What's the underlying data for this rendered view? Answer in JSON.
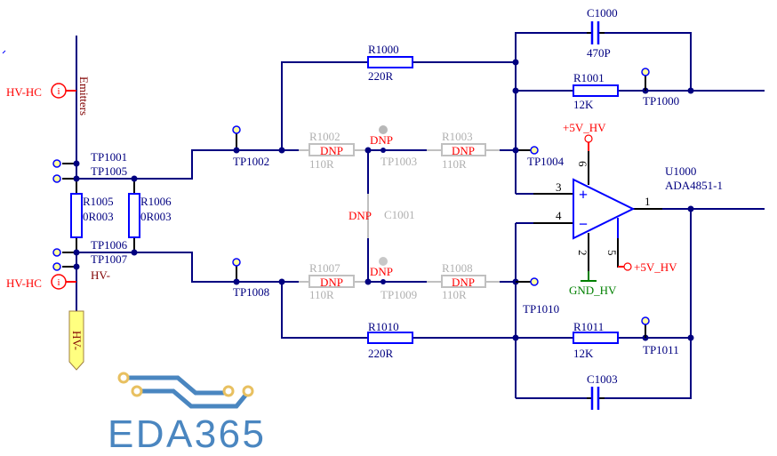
{
  "colors": {
    "wire": "#000080",
    "component": "#0000ff",
    "power": "#ff0000",
    "ground": "#008000",
    "dnp": "#c0c0c0",
    "port_fill": "#ffff80",
    "watermark": "#4a86c0"
  },
  "ports": {
    "hv_hc_top": "HV-HC",
    "hv_hc_bottom": "HV-HC",
    "port_symbol": "i",
    "hv_minus_port": "HV-"
  },
  "nets": {
    "emitters": "Emitters",
    "hv_minus": "HV-",
    "vcc_pin6": "+5V_HV",
    "vcc_pin5": "+5V_HV",
    "gnd": "GND_HV"
  },
  "testpoints": {
    "tp1000": "TP1000",
    "tp1001": "TP1001",
    "tp1002": "TP1002",
    "tp1003": "TP1003",
    "tp1004": "TP1004",
    "tp1005": "TP1005",
    "tp1006": "TP1006",
    "tp1007": "TP1007",
    "tp1008": "TP1008",
    "tp1009": "TP1009",
    "tp1010": "TP1010",
    "tp1011": "TP1011"
  },
  "components": {
    "r1000": {
      "ref": "R1000",
      "value": "220R"
    },
    "r1001": {
      "ref": "R1001",
      "value": "12K"
    },
    "r1002": {
      "ref": "R1002",
      "value": "110R",
      "dnp": "DNP"
    },
    "r1003": {
      "ref": "R1003",
      "value": "110R",
      "dnp": "DNP"
    },
    "r1005": {
      "ref": "R1005",
      "value": "0R003"
    },
    "r1006": {
      "ref": "R1006",
      "value": "0R003"
    },
    "r1007": {
      "ref": "R1007",
      "value": "110R",
      "dnp": "DNP"
    },
    "r1008": {
      "ref": "R1008",
      "value": "110R",
      "dnp": "DNP"
    },
    "r1010": {
      "ref": "R1010",
      "value": "220R"
    },
    "r1011": {
      "ref": "R1011",
      "value": "12K"
    },
    "c1000": {
      "ref": "C1000",
      "value": "470P"
    },
    "c1001": {
      "ref": "C1001",
      "dnp": "DNP"
    },
    "c1003": {
      "ref": "C1003"
    },
    "tp1003_dnp": "DNP",
    "tp1009_dnp": "DNP",
    "u1000": {
      "ref": "U1000",
      "part": "ADA4851-1",
      "pins": {
        "p1": "1",
        "p2": "2",
        "p3": "3",
        "p4": "4",
        "p5": "5",
        "p6": "6"
      },
      "plus": "+",
      "minus": "−"
    }
  },
  "watermark": "EDA365"
}
